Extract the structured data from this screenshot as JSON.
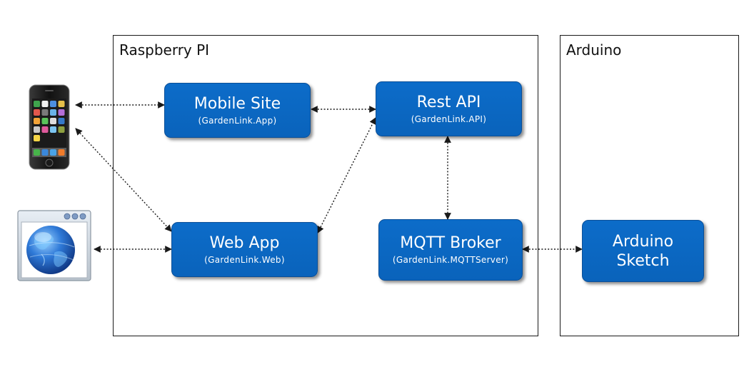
{
  "containers": {
    "raspberry": {
      "label": "Raspberry PI"
    },
    "arduino": {
      "label": "Arduino"
    }
  },
  "nodes": {
    "mobile_site": {
      "title": "Mobile Site",
      "subtitle": "(GardenLink.App)"
    },
    "rest_api": {
      "title": "Rest API",
      "subtitle": "(GardenLink.API)"
    },
    "web_app": {
      "title": "Web App",
      "subtitle": "(GardenLink.Web)"
    },
    "mqtt_broker": {
      "title": "MQTT Broker",
      "subtitle": "(GardenLink.MQTTServer)"
    },
    "arduino_sketch": {
      "line1": "Arduino",
      "line2": "Sketch"
    }
  },
  "icons": {
    "phone": "smartphone-icon",
    "browser": "web-browser-globe-icon"
  },
  "colors": {
    "node_fill": "#0a65bf",
    "node_border": "#0a4f98",
    "line": "#1a1a1a"
  }
}
